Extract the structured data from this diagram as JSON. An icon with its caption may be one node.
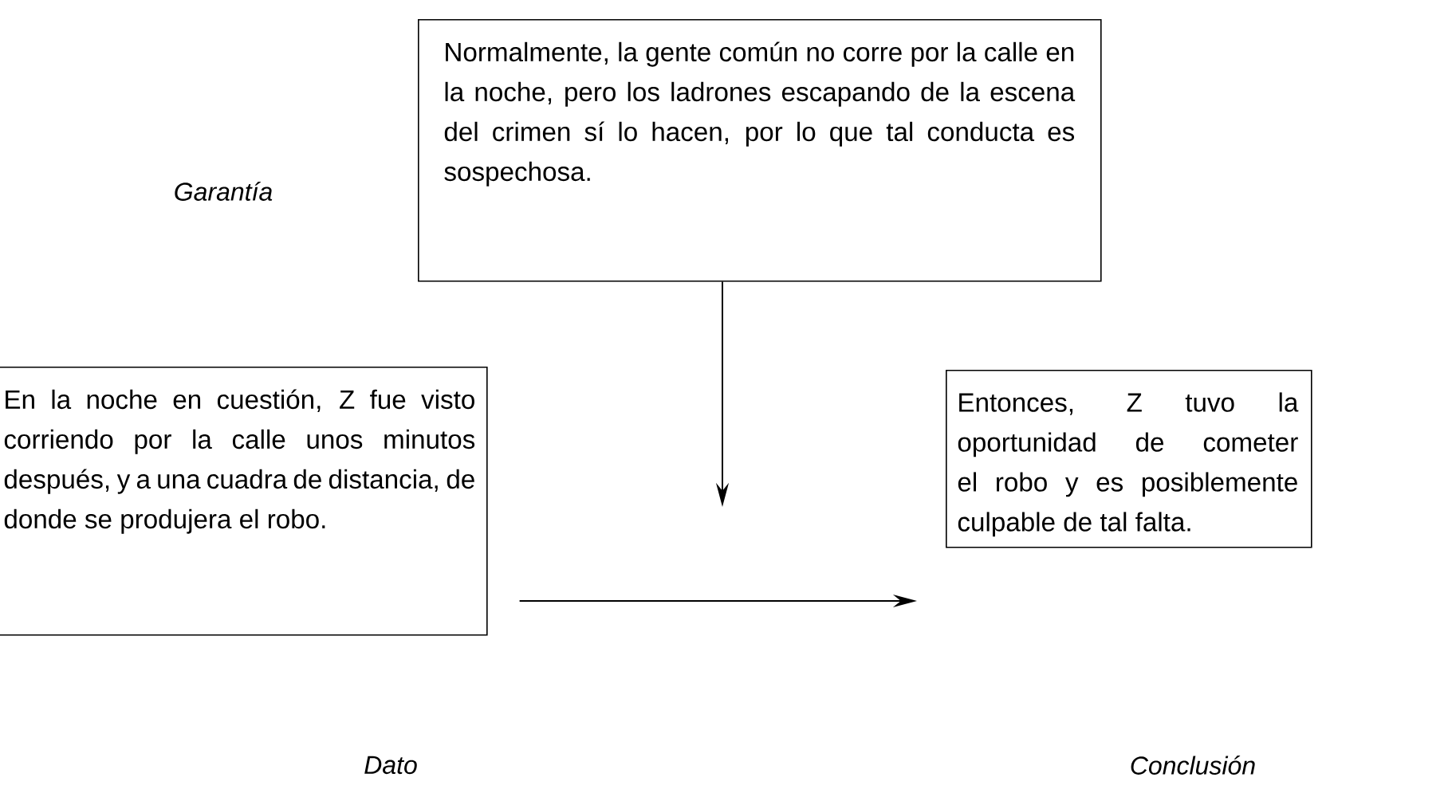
{
  "diagram": {
    "nodes": [
      {
        "text": [
          "Normalmente, la gente común no corre por la calle en la noche, pero los ladrones escapando de la escena del crimen sí lo hacen, por lo que tal conducta es sospechosa."
        ]
      },
      {
        "text": [
          "En la noche en cuestión, Z fue visto corriendo por la calle unos minutos después, y a una cuadra de distancia, de donde se produjera el robo."
        ]
      },
      {
        "text": [
          "Entonces, Z tuvo la oportunidad de cometer el robo y es posiblemente culpable de tal falta."
        ]
      }
    ],
    "labels": [
      "Garantía",
      "Dato",
      "Conclusión"
    ],
    "edges": [
      {
        "from": 1,
        "to": 2,
        "arrow": "to"
      },
      {
        "from": 0,
        "to": null,
        "arrow": "to"
      }
    ]
  }
}
